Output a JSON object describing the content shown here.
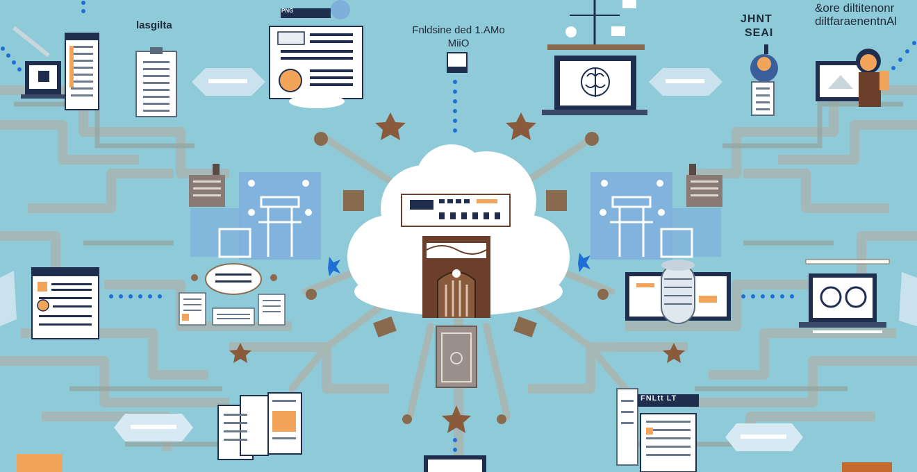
{
  "texts": {
    "center_title": "Fnldsine ded 1.AMo",
    "center_subtitle": "MiiO",
    "left_label": "lasgilta",
    "right_label_line1": "JHNT",
    "right_label_line2": "SEAI",
    "far_right_line1": "&ore diltitenonr",
    "far_right_line2": "diltfaraenentnAl",
    "bottom_right_banner": "FNLtt LT",
    "top_tag": "PNG"
  },
  "colors": {
    "background": "#8fcad9",
    "pipe": "#a7b7b4",
    "pipe_dark": "#93a6a3",
    "panel_blue": "#7fb0dc",
    "panel_dark": "#1f2d4f",
    "cloud": "#ffffff",
    "gate_brown": "#6b3f2a",
    "star_brown": "#8a5a3c",
    "dot_blue": "#1d6fd6",
    "accent_orange": "#f2a55a"
  },
  "icons": [
    "cloud-icon",
    "gate-icon",
    "server-cylinder-icon",
    "laptop-icon",
    "document-icon",
    "resume-card-icon",
    "star-icon",
    "network-node-icon",
    "brain-icon",
    "profile-avatar-icon"
  ]
}
